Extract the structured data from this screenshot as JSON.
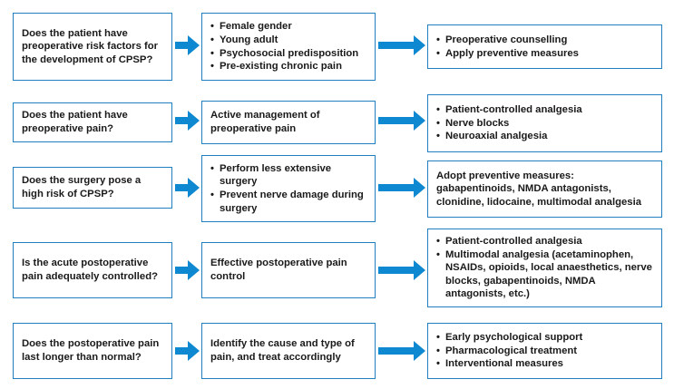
{
  "colors": {
    "border": "#1f7fbf",
    "arrow": "#0e88d0"
  },
  "rows": [
    {
      "question": "Does the patient have preoperative risk factors for the development of CPSP?",
      "middle": {
        "type": "list",
        "items": [
          "Female gender",
          "Young adult",
          "Psychosocial predisposition",
          "Pre-existing chronic pain"
        ]
      },
      "right": {
        "type": "list",
        "items": [
          "Preoperative counselling",
          "Apply preventive measures"
        ]
      }
    },
    {
      "question": "Does the patient have preoperative pain?",
      "middle": {
        "type": "text",
        "text": "Active management of preoperative pain"
      },
      "right": {
        "type": "list",
        "items": [
          "Patient-controlled analgesia",
          "Nerve blocks",
          "Neuroaxial analgesia"
        ]
      }
    },
    {
      "question": "Does the surgery pose a high risk of CPSP?",
      "middle": {
        "type": "list",
        "items": [
          "Perform less extensive surgery",
          "Prevent nerve damage during surgery"
        ]
      },
      "right": {
        "type": "text",
        "text": "Adopt preventive measures: gabapentinoids, NMDA antagonists, clonidine, lidocaine, multimodal analgesia"
      }
    },
    {
      "question": "Is the acute postoperative pain adequately controlled?",
      "middle": {
        "type": "text",
        "text": "Effective postoperative pain control"
      },
      "right": {
        "type": "list",
        "items": [
          "Patient-controlled analgesia",
          "Multimodal analgesia (acetaminophen, NSAIDs, opioids, local anaesthetics, nerve blocks, gabapentinoids, NMDA antagonists, etc.)"
        ]
      }
    },
    {
      "question": "Does the postoperative pain last longer than normal?",
      "middle": {
        "type": "text",
        "text": "Identify the cause and type of pain, and treat accordingly"
      },
      "right": {
        "type": "list",
        "items": [
          "Early psychological support",
          "Pharmacological treatment",
          "Interventional measures"
        ]
      }
    }
  ]
}
